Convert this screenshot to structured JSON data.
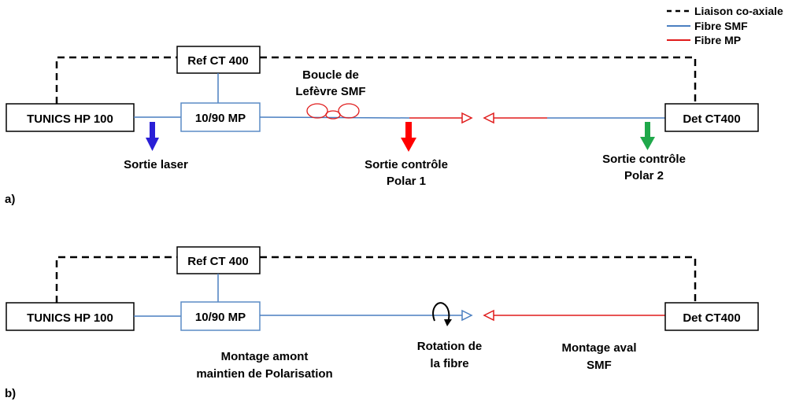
{
  "legend": {
    "items": [
      {
        "label": "Liaison co-axiale",
        "style": "dashed",
        "color": "#000000"
      },
      {
        "label": "Fibre SMF",
        "style": "solid",
        "color": "#4a7fc1"
      },
      {
        "label": "Fibre MP",
        "style": "solid",
        "color": "#e01b1b"
      }
    ]
  },
  "colors": {
    "smf": "#4a7fc1",
    "mp": "#e01b1b",
    "box_blue": "#5b8cc6",
    "arrow_blue": "#2a1fd6",
    "arrow_red": "#ff0000",
    "arrow_green": "#1fa84a"
  },
  "diagram_a": {
    "panel_label": "a)",
    "ref_box": "Ref CT 400",
    "source_box": "TUNICS HP 100",
    "coupler_box": "10/90 MP",
    "detector_box": "Det CT400",
    "loop_label": [
      "Boucle de",
      "Lefèvre SMF"
    ],
    "out_laser": "Sortie laser",
    "out_polar1": [
      "Sortie contrôle",
      "Polar 1"
    ],
    "out_polar2": [
      "Sortie contrôle",
      "Polar 2"
    ]
  },
  "diagram_b": {
    "panel_label": "b)",
    "ref_box": "Ref CT 400",
    "source_box": "TUNICS HP 100",
    "coupler_box": "10/90 MP",
    "detector_box": "Det CT400",
    "upstream_label": [
      "Montage amont",
      "maintien de Polarisation"
    ],
    "rotation_label": [
      "Rotation de",
      "la fibre"
    ],
    "downstream_label": [
      "Montage aval",
      "SMF"
    ]
  }
}
